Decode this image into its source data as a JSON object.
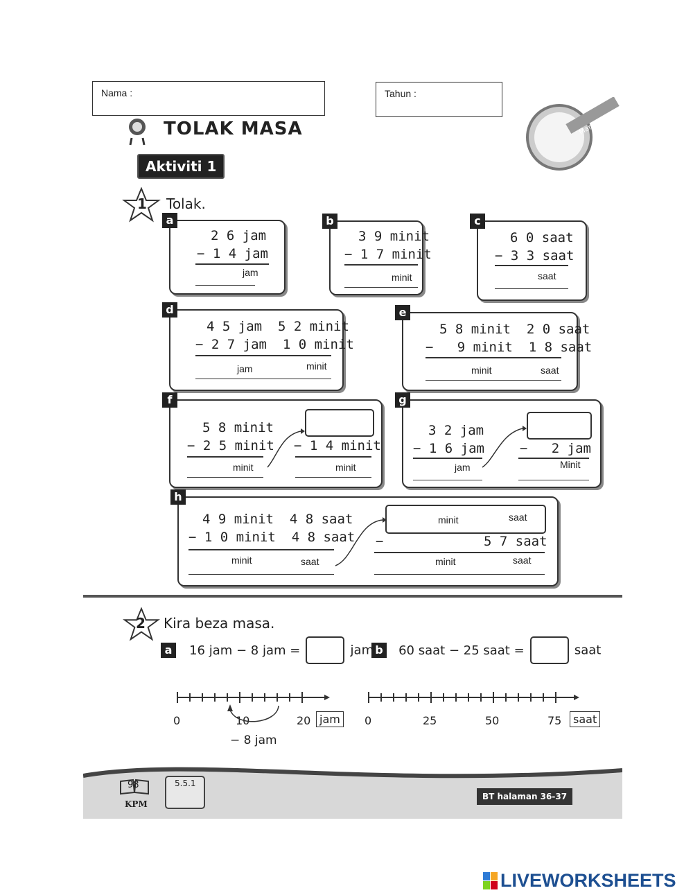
{
  "header": {
    "nama_label": "Nama :",
    "tahun_label": "Tahun :",
    "title": "TOLAK MASA",
    "activity": "Aktiviti 1",
    "markah_label": "Markah"
  },
  "q1": {
    "num": "1",
    "instruction": "Tolak.",
    "a": {
      "tag": "a",
      "l1": "2 6 jam",
      "l2": "− 1 4 jam",
      "u1": "jam"
    },
    "b": {
      "tag": "b",
      "l1": "3 9 minit",
      "l2": "− 1 7 minit",
      "u1": "minit"
    },
    "c": {
      "tag": "c",
      "l1": "6 0 saat",
      "l2": "− 3 3 saat",
      "u1": "saat"
    },
    "d": {
      "tag": "d",
      "l1": "4 5 jam  5 2 minit",
      "l2": "− 2 7 jam  1 0 minit",
      "u1": "jam",
      "u2": "minit"
    },
    "e": {
      "tag": "e",
      "l1": "5 8 minit  2 0 saat",
      "l2": "−   9 minit  1 8 saat",
      "u1": "minit",
      "u2": "saat"
    },
    "f": {
      "tag": "f",
      "l1": "5 8 minit",
      "l2": "− 2 5 minit",
      "u1": "minit",
      "r2": "− 1 4 minit",
      "u2": "minit"
    },
    "g": {
      "tag": "g",
      "l1": "3 2 jam",
      "l2": "− 1 6 jam",
      "u1": "jam",
      "r2": "−   2 jam",
      "u2": "Minit"
    },
    "h": {
      "tag": "h",
      "l1": "4 9 minit  4 8 saat",
      "l2": "− 1 0 minit  4 8 saat",
      "u1": "minit",
      "u2": "saat",
      "rb1": "minit",
      "rb2": "saat",
      "r2a": "−",
      "r2b": "5 7 saat",
      "u3": "minit",
      "u4": "saat"
    }
  },
  "q2": {
    "num": "2",
    "instruction": "Kira beza masa.",
    "a": {
      "tag": "a",
      "left": "16 jam − 8 jam =",
      "unit": "jam",
      "ticks": [
        "0",
        "10",
        "20"
      ],
      "axis_unit": "jam",
      "annot": "− 8 jam"
    },
    "b": {
      "tag": "b",
      "left": "60 saat − 25 saat =",
      "unit": "saat",
      "ticks": [
        "0",
        "25",
        "50",
        "75"
      ],
      "axis_unit": "saat"
    }
  },
  "footer": {
    "page": "98",
    "kpm": "KPM",
    "code": "5.5.1",
    "ref": "BT halaman 36-37"
  },
  "brand": "LIVEWORKSHEETS"
}
